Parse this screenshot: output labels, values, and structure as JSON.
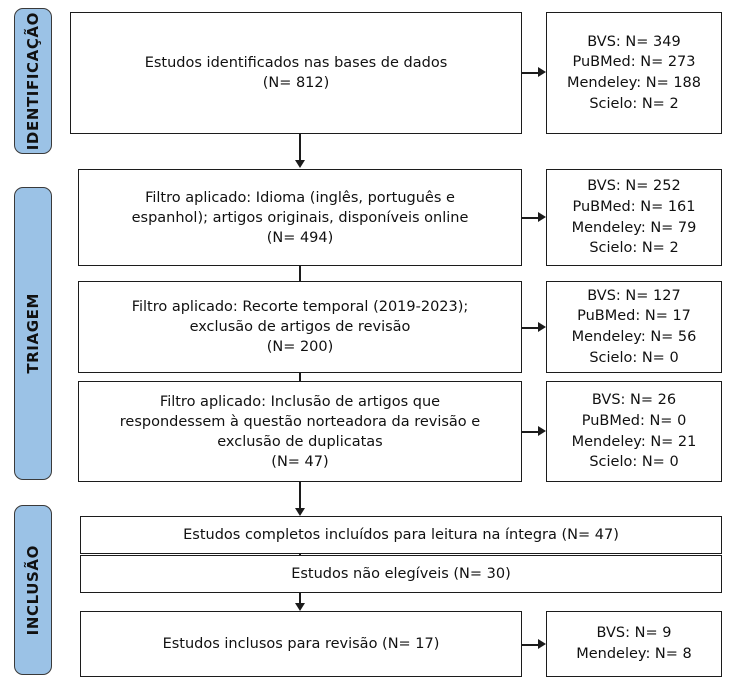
{
  "diagram": {
    "title": "PRISMA flow diagram",
    "type": "flowchart",
    "accent_color": "#9bc2e6",
    "border_color": "#1c1c1c",
    "background_color": "#ffffff"
  },
  "stages": [
    {
      "id": "identificacao",
      "label": "IDENTIFICAÇÃO"
    },
    {
      "id": "triagem",
      "label": "TRIAGEM"
    },
    {
      "id": "inclusao",
      "label": "INCLUSÃO"
    }
  ],
  "flow_boxes": [
    {
      "id": "identificados",
      "text": "Estudos identificados nas bases de dados\n(N= 812)",
      "count": 812
    },
    {
      "id": "filtro-idioma",
      "text": "Filtro aplicado: Idioma (inglês, português e\nespanhol); artigos originais, disponíveis online\n(N= 494)",
      "count": 494
    },
    {
      "id": "filtro-temporal",
      "text": "Filtro aplicado: Recorte temporal (2019-2023);\nexclusão de artigos de revisão\n(N= 200)",
      "count": 200
    },
    {
      "id": "filtro-inclusao",
      "text": "Filtro aplicado: Inclusão de artigos que\nrespondessem à questão norteadora da revisão e\nexclusão de duplicatas\n(N= 47)",
      "count": 47
    },
    {
      "id": "completos-integra",
      "text": "Estudos completos incluídos para leitura na íntegra (N= 47)",
      "count": 47
    },
    {
      "id": "nao-elegiveis",
      "text": "Estudos não elegíveis (N= 30)",
      "count": 30
    },
    {
      "id": "inclusos-revisao",
      "text": "Estudos inclusos para revisão (N= 17)",
      "count": 17
    }
  ],
  "side_boxes": [
    {
      "id": "fontes-identificados",
      "text": "BVS: N= 349\nPuBMed: N= 273\nMendeley: N= 188\nScielo: N= 2",
      "sources": [
        {
          "name": "BVS",
          "n": 349
        },
        {
          "name": "PuBMed",
          "n": 273
        },
        {
          "name": "Mendeley",
          "n": 188
        },
        {
          "name": "Scielo",
          "n": 2
        }
      ]
    },
    {
      "id": "fontes-idioma",
      "text": "BVS: N= 252\nPuBMed: N= 161\nMendeley: N= 79\nScielo: N= 2",
      "sources": [
        {
          "name": "BVS",
          "n": 252
        },
        {
          "name": "PuBMed",
          "n": 161
        },
        {
          "name": "Mendeley",
          "n": 79
        },
        {
          "name": "Scielo",
          "n": 2
        }
      ]
    },
    {
      "id": "fontes-temporal",
      "text": "BVS: N= 127\nPuBMed: N= 17\nMendeley: N= 56\nScielo: N= 0",
      "sources": [
        {
          "name": "BVS",
          "n": 127
        },
        {
          "name": "PuBMed",
          "n": 17
        },
        {
          "name": "Mendeley",
          "n": 56
        },
        {
          "name": "Scielo",
          "n": 0
        }
      ]
    },
    {
      "id": "fontes-inclusao",
      "text": "BVS: N= 26\nPuBMed: N= 0\nMendeley: N= 21\nScielo: N= 0",
      "sources": [
        {
          "name": "BVS",
          "n": 26
        },
        {
          "name": "PuBMed",
          "n": 0
        },
        {
          "name": "Mendeley",
          "n": 21
        },
        {
          "name": "Scielo",
          "n": 0
        }
      ]
    },
    {
      "id": "fontes-revisao",
      "text": "BVS: N= 9\nMendeley: N= 8",
      "sources": [
        {
          "name": "BVS",
          "n": 9
        },
        {
          "name": "Mendeley",
          "n": 8
        }
      ]
    }
  ]
}
